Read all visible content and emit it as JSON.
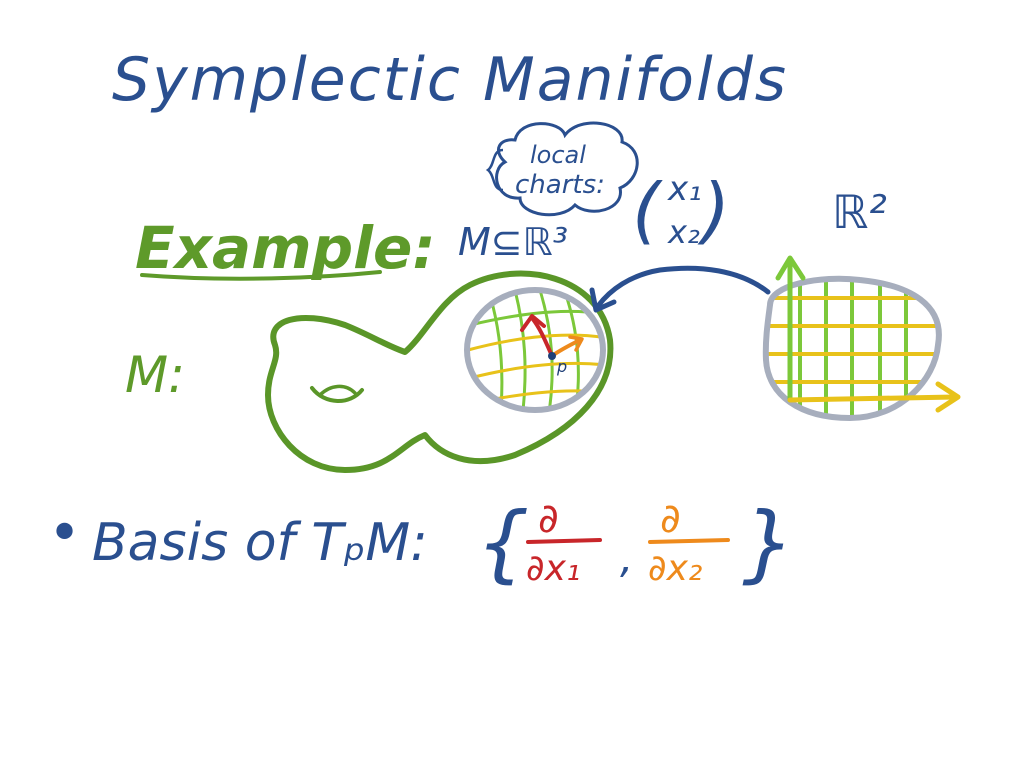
{
  "title": "Symplectic Manifolds",
  "example": {
    "label": "Example:",
    "embedding": "M⊆ℝ³",
    "manifold_label": "M:"
  },
  "chart": {
    "cloud_text_1": "local",
    "cloud_text_2": "charts:",
    "coord_1": "x₁",
    "coord_2": "x₂",
    "paren_open": "(",
    "paren_close": ")",
    "plane_label": "ℝ²",
    "point_label": "p"
  },
  "basis": {
    "bullet": "•",
    "label": "Basis of TₚM:",
    "brace_open": "{",
    "brace_close": "}",
    "d1_num": "∂",
    "d1_den": "∂x₁",
    "comma": ",",
    "d2_num": "∂",
    "d2_den": "∂x₂"
  },
  "colors": {
    "title": "#2a4f8f",
    "green": "#5e9a2a",
    "grid_green": "#7cc83a",
    "grid_yellow": "#e8c21a",
    "chart_gray": "#a7aebd",
    "red": "#c8262a",
    "orange": "#ee8a1c"
  }
}
